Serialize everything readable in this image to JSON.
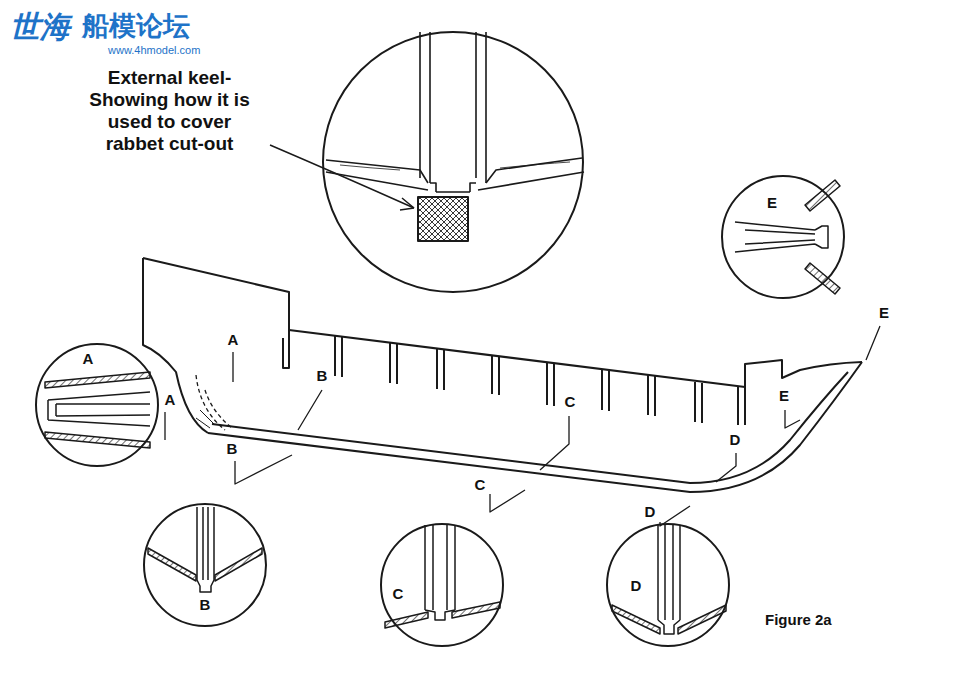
{
  "diagram": {
    "caption": "Figure 2a",
    "nodes": [
      {
        "text": [
          "A"
        ]
      },
      {
        "text": [
          "B"
        ]
      },
      {
        "text": [
          "C"
        ]
      },
      {
        "text": [
          "D"
        ]
      },
      {
        "text": [
          "E"
        ]
      }
    ],
    "labels": [
      "世海",
      "船模论坛",
      "www.4hmodel.com",
      "External keel- Showing how it is used to cover rabbet cut-out",
      "A",
      "A",
      "B",
      "B",
      "C",
      "C",
      "D",
      "D",
      "E",
      "E"
    ]
  }
}
